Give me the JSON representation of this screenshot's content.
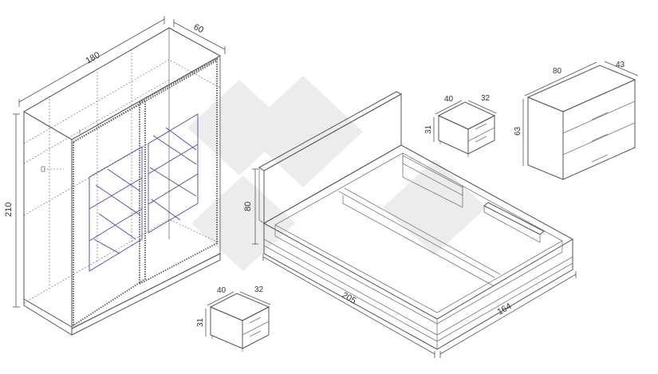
{
  "colors": {
    "line": "#555555",
    "glass": "#4a4aa8",
    "watermark": "#e6e6e6",
    "background": "#ffffff"
  },
  "wardrobe": {
    "width": "180",
    "depth": "60",
    "height": "210"
  },
  "nightstand_left": {
    "width": "40",
    "depth": "32",
    "height": "31"
  },
  "nightstand_right": {
    "width": "40",
    "depth": "32",
    "height": "31"
  },
  "bed": {
    "headboard_height": "80",
    "length": "205",
    "width": "164"
  },
  "dresser": {
    "width": "80",
    "depth": "43",
    "height": "63"
  }
}
